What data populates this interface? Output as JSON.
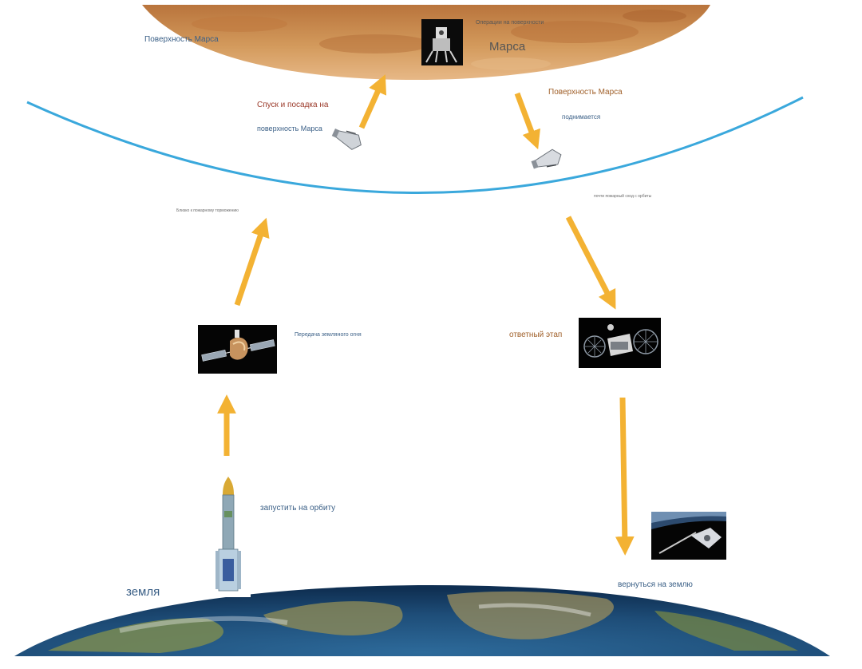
{
  "labels": {
    "mars_surface_left": "Поверхность Марса",
    "surface_ops": "Операции на поверхности",
    "mars": "Марса",
    "descent_line1": "Спуск и посадка на",
    "descent_line2": "поверхность Марса",
    "ascent_line1": "Поверхность Марса",
    "ascent_line2": "поднимается",
    "aerobraking": "Близко к пожарному торможению",
    "orbit_departure": "почти пожарный сход с орбиты",
    "earth_fire_transfer": "Передача земляного огня",
    "return_leg": "ответный этап",
    "launch_to_orbit": "запустить на орбиту",
    "earth": "земля",
    "return_to_earth": "вернуться на землю"
  },
  "colors": {
    "arrow": "#f3b233",
    "orbit_line": "#3aa8dc",
    "mars_surface": "#c98a4e",
    "earth_ocean": "#1f4f7a",
    "text_blue": "#3a5f86",
    "text_brown": "#a0602a"
  },
  "icons": {
    "lander_photo": "mars-lander-icon",
    "transfer_photo": "transfer-spacecraft-icon",
    "return_photo": "return-spacecraft-icon",
    "capsule_photo": "earth-return-capsule-icon",
    "rocket": "launch-rocket-icon"
  }
}
